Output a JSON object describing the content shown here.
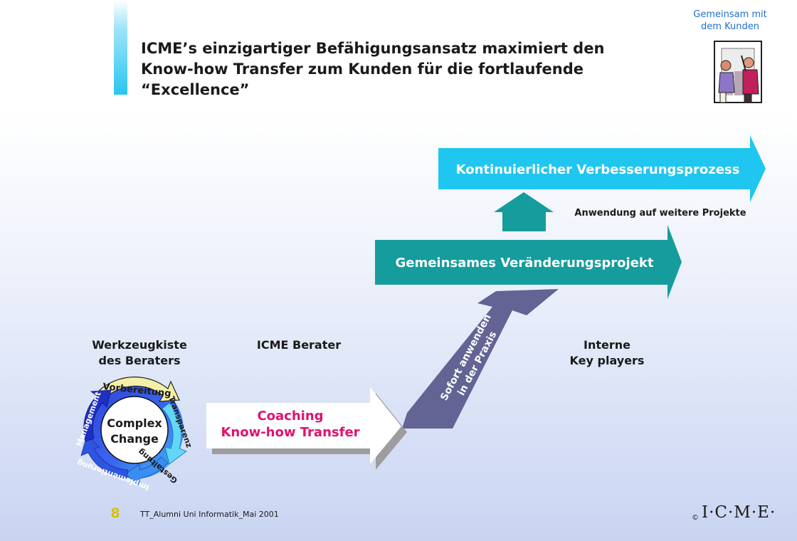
{
  "header": {
    "title": "ICME’s einzigartiger Befähigungsansatz maximiert den\nKnow-how Transfer zum Kunden für die fortlaufende\n“Excellence”",
    "customer_label": "Gemeinsam mit\ndem Kunden"
  },
  "diagram": {
    "top_arrow": "Kontinuierlicher  Verbesserungsprozess",
    "middle_arrow": "Gemeinsames Veränderungsprojekt",
    "apply_label": "Anwendung auf weitere Projekte",
    "diagonal_arrow": {
      "line1": "Sofort anwenden",
      "line2": "in der Praxis"
    },
    "coaching": {
      "line1": "Coaching",
      "line2": "Know-how Transfer"
    },
    "toolbox_label": "Werkzeugkiste\ndes Beraters",
    "consultant_label": "ICME Berater",
    "keyplayers_label": "Interne\nKey players",
    "cycle": {
      "center_line1": "Complex",
      "center_line2": "Change",
      "steps": [
        "Vorbereitung",
        "Transparenz",
        "Gestaltung",
        "Implementierung",
        "Management"
      ]
    },
    "colors": {
      "cyan": "#1ec6f0",
      "teal": "#159c9c",
      "purple": "#636394",
      "magenta": "#e0126e"
    }
  },
  "footer": {
    "page_number": "8",
    "text": "TT_Alumni Uni Informatik_Mai 2001",
    "copyright": "©",
    "logo": "I·C·M·E·"
  }
}
